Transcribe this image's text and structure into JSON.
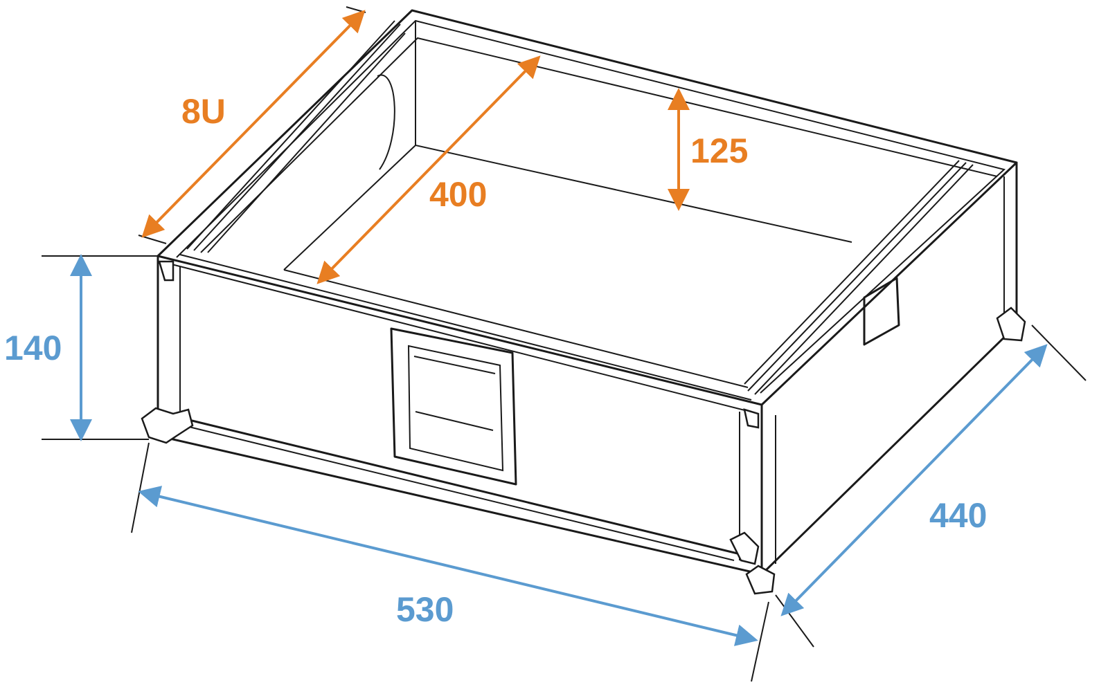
{
  "diagram": {
    "colors": {
      "orange": "#E87E22",
      "blue": "#5B9BD0",
      "line": "#1a1a1a"
    },
    "dimensions": {
      "rack_units": "8U",
      "inner_depth": "400",
      "inner_height": "125",
      "height": "140",
      "width": "530",
      "depth": "440"
    }
  }
}
